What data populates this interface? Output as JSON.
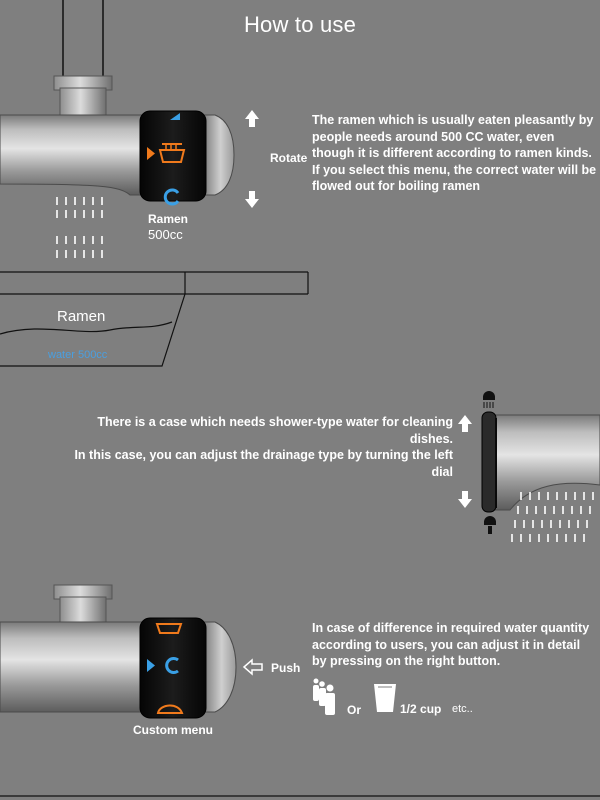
{
  "title": "How to use",
  "section_ramen": {
    "rotate_label": "Rotate",
    "description": "The ramen which is usually eaten pleasantly by\npeople needs around 500 CC water, even\nthough it is different according to ramen kinds.\nIf you select this menu, the correct water will be\nflowed out for boiling ramen",
    "menu_name": "Ramen",
    "menu_amount": "500cc",
    "pot_label": "Ramen",
    "water_label": "water 500cc"
  },
  "section_shower": {
    "description": "There is a case which needs shower-type water for cleaning dishes.\nIn this case, you can adjust the drainage type by turning the left dial"
  },
  "section_custom": {
    "push_label": "Push",
    "description": "In case of difference in required water quantity\naccording to users, you can adjust it in detail\nby pressing on the right button.",
    "menu_name": "Custom menu",
    "or_label": "Or",
    "half_cup_label": "1/2 cup",
    "etc_label": "etc.."
  },
  "colors": {
    "background": "#7f7f7f",
    "dial_icon_blue": "#3aa0e6",
    "dial_icon_orange": "#f07a1c",
    "water_label_blue": "#4a9fe0"
  },
  "icons": [
    "arrow-up-icon",
    "arrow-down-icon",
    "arrow-right-icon",
    "arrow-left-icon",
    "ramen-bowl-icon",
    "reset-icon",
    "shower-head-icon",
    "single-stream-icon",
    "people-icon",
    "cup-icon",
    "pan-icon"
  ]
}
